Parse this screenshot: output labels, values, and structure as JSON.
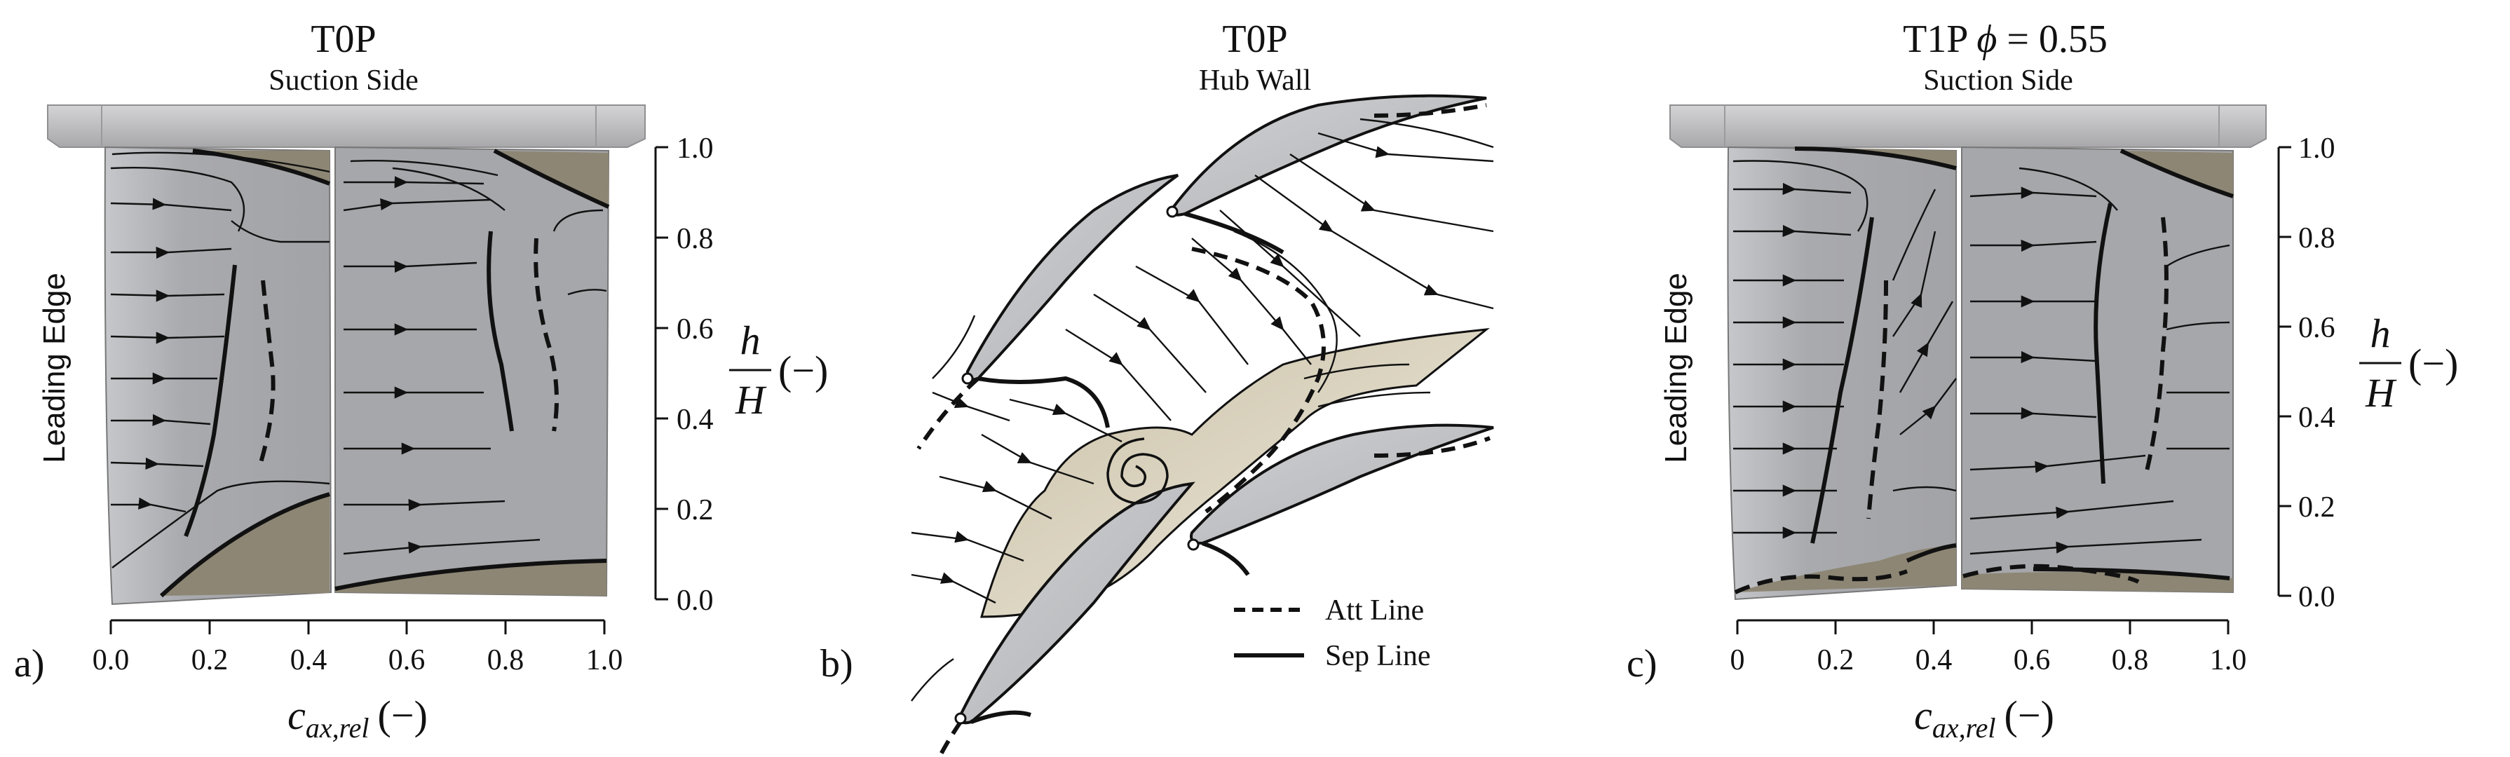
{
  "panels": [
    {
      "letter": "a)",
      "title": "T0P",
      "subtitle": "Suction Side",
      "leading_edge_label": "Leading Edge",
      "x_ticks": [
        "0.0",
        "0.2",
        "0.4",
        "0.6",
        "0.8",
        "1.0"
      ],
      "y_ticks": [
        "0.0",
        "0.2",
        "0.4",
        "0.6",
        "0.8",
        "1.0"
      ],
      "xlabel": "c",
      "xlabel_sub": "ax,rel",
      "xlabel_unit": "(−)",
      "ylabel_num": "h",
      "ylabel_den": "H",
      "ylabel_unit": "(−)"
    },
    {
      "letter": "b)",
      "title": "T0P",
      "subtitle": "Hub Wall"
    },
    {
      "letter": "c)",
      "title": "T1P ",
      "title_phi": "ϕ",
      "title_eq": " = 0.55",
      "subtitle": "Suction Side",
      "leading_edge_label": "Leading Edge",
      "x_ticks": [
        "0",
        "0.2",
        "0.4",
        "0.6",
        "0.8",
        "1.0"
      ],
      "y_ticks": [
        "0.0",
        "0.2",
        "0.4",
        "0.6",
        "0.8",
        "1.0"
      ],
      "xlabel": "c",
      "xlabel_sub": "ax,rel",
      "xlabel_unit": "(−)",
      "ylabel_num": "h",
      "ylabel_den": "H",
      "ylabel_unit": "(−)"
    }
  ],
  "legend": [
    {
      "label": "Att Line",
      "style": "dashed"
    },
    {
      "label": "Sep Line",
      "style": "solid"
    }
  ],
  "colors": {
    "surface": "#a7a8ac",
    "surface_light": "#c4c5c9",
    "separated_region": "#8d8674",
    "shroud": "#bdbdbf",
    "hub_region": "#d8d1bc",
    "line": "#111111"
  }
}
